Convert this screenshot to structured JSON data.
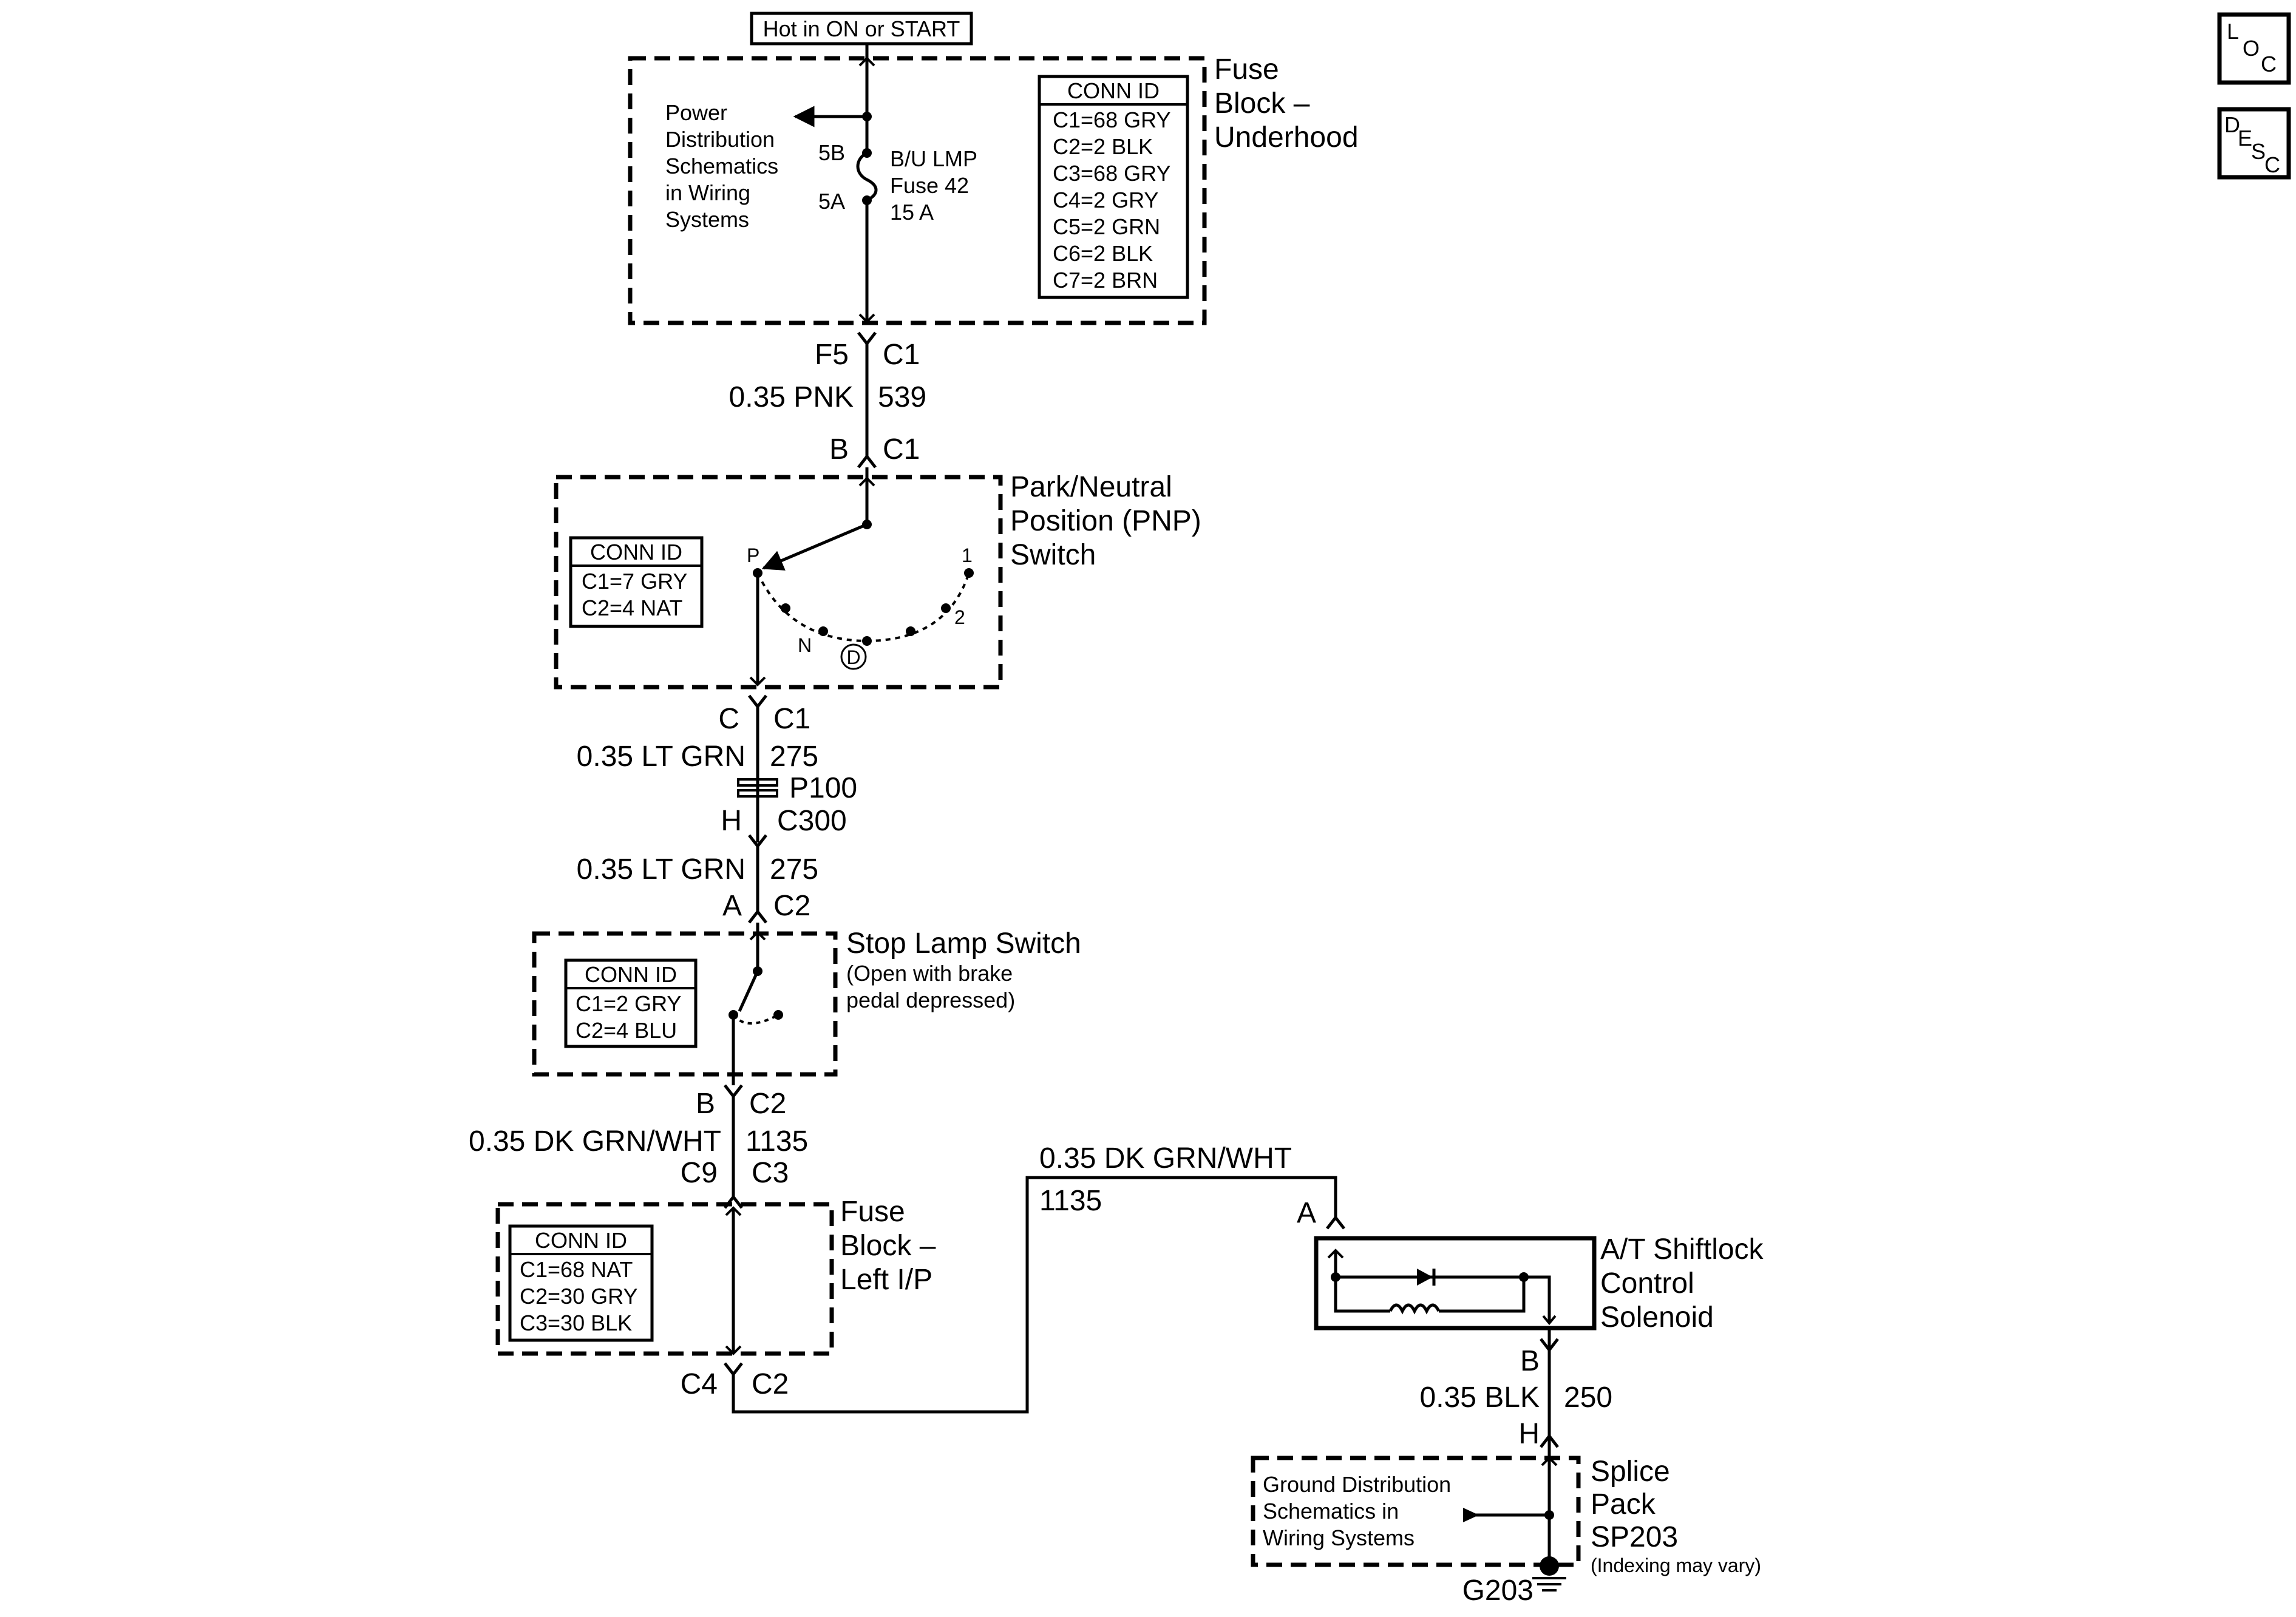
{
  "supply": {
    "label": "Hot in ON or START"
  },
  "fuse_block_underhood": {
    "title": [
      "Fuse",
      "Block –",
      "Underhood"
    ],
    "power_ref": [
      "Power",
      "Distribution",
      "Schematics",
      "in Wiring",
      "Systems"
    ],
    "terminal_top": "5B",
    "terminal_bottom": "5A",
    "fuse_label": [
      "B/U LMP",
      "Fuse 42",
      "15 A"
    ],
    "conn_id": {
      "title": "CONN ID",
      "rows": [
        "C1=68 GRY",
        "C2=2 BLK",
        "C3=68 GRY",
        "C4=2 GRY",
        "C5=2 GRN",
        "C6=2 BLK",
        "C7=2 BRN"
      ]
    }
  },
  "wire_539": {
    "top_pin": "F5",
    "top_conn": "C1",
    "gauge_color": "0.35 PNK",
    "circuit": "539",
    "bottom_pin": "B",
    "bottom_conn": "C1"
  },
  "pnp_switch": {
    "title": [
      "Park/Neutral",
      "Position (PNP)",
      "Switch"
    ],
    "conn_id": {
      "title": "CONN ID",
      "rows": [
        "C1=7 GRY",
        "C2=4 NAT"
      ]
    },
    "positions": {
      "p": "P",
      "n": "N",
      "d": "D",
      "one": "1",
      "two": "2"
    }
  },
  "wire_275_a": {
    "top_pin": "C",
    "top_conn": "C1",
    "gauge_color": "0.35 LT GRN",
    "circuit": "275"
  },
  "passthrough": {
    "label": "P100",
    "pin": "H",
    "conn": "C300"
  },
  "wire_275_b": {
    "gauge_color": "0.35 LT GRN",
    "circuit": "275",
    "bottom_pin": "A",
    "bottom_conn": "C2"
  },
  "stop_lamp_switch": {
    "title": "Stop Lamp Switch",
    "note": [
      "(Open with brake",
      "pedal depressed)"
    ],
    "conn_id": {
      "title": "CONN ID",
      "rows": [
        "C1=2 GRY",
        "C2=4 BLU"
      ]
    }
  },
  "wire_1135_a": {
    "top_pin": "B",
    "top_conn": "C2",
    "gauge_color": "0.35 DK GRN/WHT",
    "circuit": "1135",
    "bottom_pin": "C9",
    "bottom_conn": "C3"
  },
  "fuse_block_left": {
    "title": [
      "Fuse",
      "Block –",
      "Left I/P"
    ],
    "conn_id": {
      "title": "CONN ID",
      "rows": [
        "C1=68 NAT",
        "C2=30 GRY",
        "C3=30 BLK"
      ]
    },
    "out_pin": "C4",
    "out_conn": "C2"
  },
  "wire_1135_b": {
    "gauge_color": "0.35 DK GRN/WHT",
    "circuit": "1135",
    "pin": "A"
  },
  "shiftlock": {
    "title": [
      "A/T Shiftlock",
      "Control",
      "Solenoid"
    ]
  },
  "wire_250": {
    "top_pin": "B",
    "gauge_color": "0.35 BLK",
    "circuit": "250",
    "bottom_pin": "H"
  },
  "splice_pack": {
    "title": [
      "Splice",
      "Pack",
      "SP203"
    ],
    "note": "(Indexing may vary)",
    "ground_ref": [
      "Ground Distribution",
      "Schematics in",
      "Wiring Systems"
    ],
    "ground": "G203"
  },
  "nav": {
    "loc": {
      "l": "L",
      "o": "O",
      "c": "C"
    },
    "desc": {
      "d": "D",
      "e": "E",
      "s": "S",
      "c": "C"
    }
  }
}
